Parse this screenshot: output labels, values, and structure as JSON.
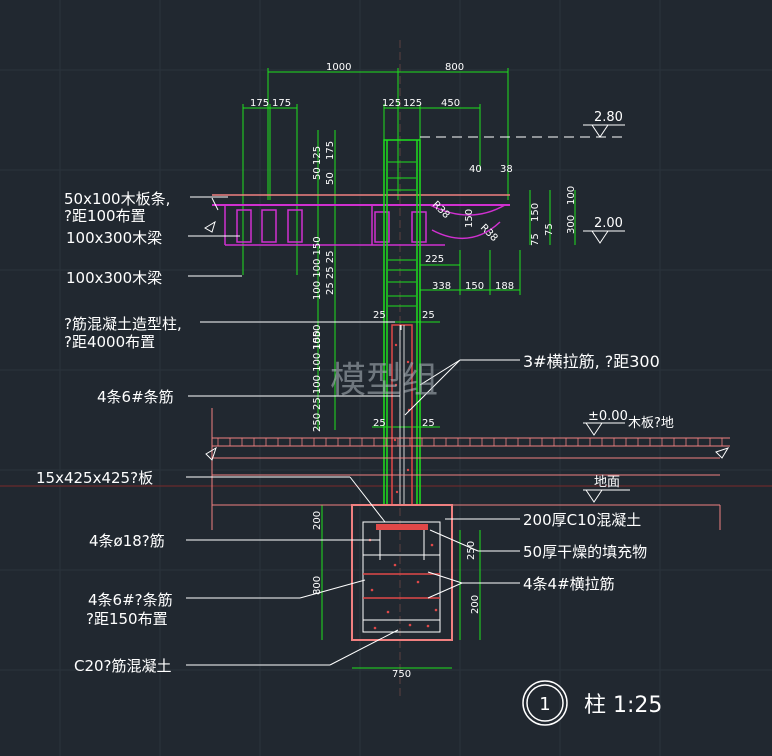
{
  "labels": {
    "wood_strip": "50x100木板条,",
    "wood_strip_spacing": "?距100布置",
    "beam1": "100x300木梁",
    "beam2": "100x300木梁",
    "column": "?筋混凝土造型柱,",
    "column_spacing": "?距4000布置",
    "stirrup": "4条6#条筋",
    "tie_bar": "3#横拉筋, ?距300",
    "plate": "15x425x425?板",
    "main_bar": "4条ø18?筋",
    "stirrup_footing": "4条6#?条筋",
    "stirrup_footing_spacing": "?距150布置",
    "concrete": "C20?筋混凝土",
    "c10": "200厚C10混凝土",
    "filler": "50厚干燥的填充物",
    "tie4": "4条4#横拉筋",
    "ground": "地面",
    "deck_level": "±0.00",
    "deck_note": "木板?地",
    "level_280": "2.80",
    "level_200": "2.00",
    "watermark": "模型组"
  },
  "dims": {
    "top_left": "1000",
    "top_right": "800",
    "d175a": "175",
    "d175b": "175",
    "d125a": "125",
    "d125b": "125",
    "d450": "450",
    "d40": "40",
    "d38": "38",
    "v50": "50",
    "v125": "125",
    "v50b": "50",
    "v175": "175",
    "v100": "100",
    "v150": "150",
    "v150b": "150",
    "v300": "300",
    "v75": "75",
    "v75b": "75",
    "d225": "225",
    "d338": "338",
    "d150": "150",
    "d188": "188",
    "r38a": "R38",
    "r38b": "R38",
    "v_left1": "100 100 150",
    "v_left2": "25 25 25",
    "d25a": "25",
    "d25b": "25",
    "v1050": "1050",
    "v_left3": "25 100 100 150",
    "v250": "250",
    "d25c": "25",
    "d25d": "25",
    "v200": "200",
    "v800": "800",
    "v250b": "250",
    "v200b": "200",
    "d750": "750"
  },
  "title": {
    "number": "1",
    "text": "柱 1:25"
  },
  "colors": {
    "background": "#212830",
    "green": "#1ee01e",
    "magenta": "#d030d0",
    "red": "#e04848",
    "salmon": "#f08080",
    "white": "#ffffff",
    "yellow": "#e0e000"
  }
}
